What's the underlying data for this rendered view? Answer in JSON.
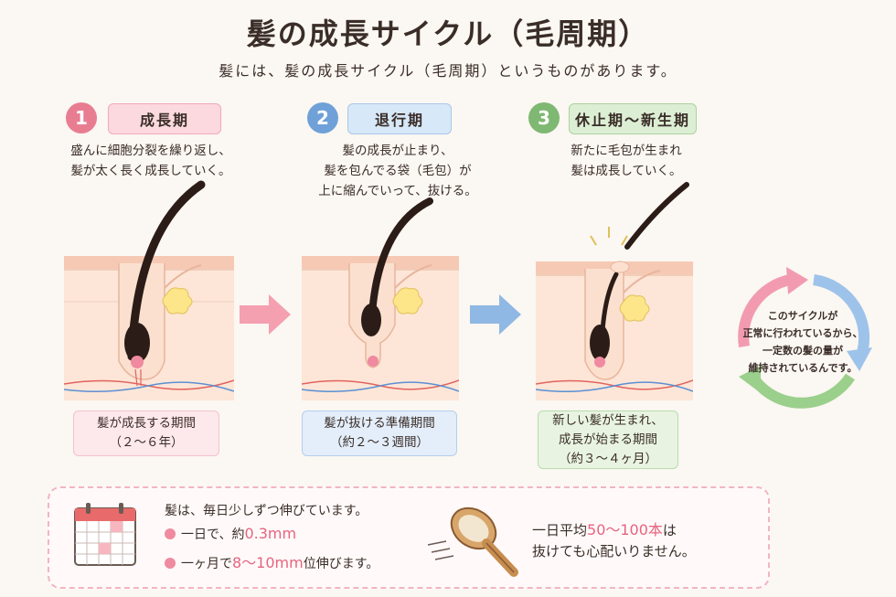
{
  "title": "髪の成長サイクル（毛周期）",
  "subtitle": "髪には、髪の成長サイクル（毛周期）というものがあります。",
  "stages": [
    {
      "number": "1",
      "name": "成長期",
      "desc": [
        "盛んに細胞分裂を繰り返し、",
        "髪が太く長く成長していく。"
      ],
      "period": [
        "髪が成長する期間",
        "（２～６年）"
      ],
      "colors": {
        "num": "#e87d92",
        "tag_bg": "#fbd9df",
        "tag_border": "#f2a9b7",
        "box_bg": "#fde8ec",
        "box_border": "#f5c2cc"
      }
    },
    {
      "number": "2",
      "name": "退行期",
      "desc": [
        "髪の成長が止まり、",
        "髪を包んでる袋（毛包）が",
        "上に縮んでいって、抜ける。"
      ],
      "period": [
        "髪が抜ける準備期間",
        "（約２～３週間）"
      ],
      "colors": {
        "num": "#6fa1d8",
        "tag_bg": "#d7e8f8",
        "tag_border": "#a9c8ea",
        "box_bg": "#e3eefa",
        "box_border": "#b5cfec"
      }
    },
    {
      "number": "3",
      "name": "休止期～新生期",
      "desc": [
        "新たに毛包が生まれ",
        "髪は成長していく。"
      ],
      "period": [
        "新しい髪が生まれ、",
        "成長が始まる期間",
        "（約３～４ヶ月）"
      ],
      "colors": {
        "num": "#7fb872",
        "tag_bg": "#dcefd5",
        "tag_border": "#acd39e",
        "box_bg": "#e8f4e1",
        "box_border": "#b9dbae"
      }
    }
  ],
  "cycle_text": [
    "このサイクルが",
    "正常に行われているから、",
    "一定数の髪の量が",
    "維持されているんです。"
  ],
  "info": {
    "heading": "髪は、毎日少しずつ伸びています。",
    "line1_prefix": "一日で、約",
    "line1_value": "0.3mm",
    "line2_prefix": "一ヶ月で",
    "line2_value": "8～10mm",
    "line2_suffix": "位伸びます。",
    "right_prefix": "一日平均",
    "right_value": "50～100本",
    "right_suffix": "は",
    "right_line2": "抜けても心配いりません。"
  },
  "icons": [
    "calendar-icon",
    "hairbrush-icon",
    "arrow-right-icon",
    "cycle-arrows-icon"
  ]
}
